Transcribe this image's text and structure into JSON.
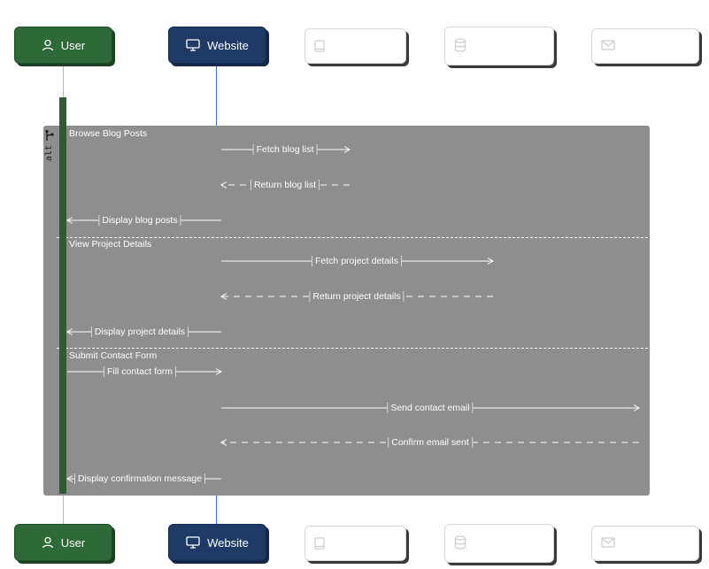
{
  "actors": {
    "user_label": "User",
    "website_label": "Website"
  },
  "fragment": {
    "keyword": "alt",
    "sections": [
      {
        "guard": "Browse Blog Posts"
      },
      {
        "guard": "View Project Details"
      },
      {
        "guard": "Submit Contact Form"
      }
    ]
  },
  "messages": [
    {
      "label": "Fetch blog list",
      "from": "website",
      "to": "slot3",
      "style": "solid"
    },
    {
      "label": "Return blog list",
      "from": "slot3",
      "to": "website",
      "style": "dashed"
    },
    {
      "label": "Display blog posts",
      "from": "website",
      "to": "user",
      "style": "solid"
    },
    {
      "label": "Fetch project details",
      "from": "website",
      "to": "slot4",
      "style": "solid"
    },
    {
      "label": "Return project details",
      "from": "slot4",
      "to": "website",
      "style": "dashed"
    },
    {
      "label": "Display project details",
      "from": "website",
      "to": "user",
      "style": "solid"
    },
    {
      "label": "Fill contact form",
      "from": "user",
      "to": "website",
      "style": "solid"
    },
    {
      "label": "Send contact email",
      "from": "website",
      "to": "slot5",
      "style": "solid"
    },
    {
      "label": "Confirm email sent",
      "from": "slot5",
      "to": "website",
      "style": "dashed"
    },
    {
      "label": "Display confirmation message",
      "from": "website",
      "to": "user",
      "style": "solid"
    }
  ],
  "colors": {
    "user": "#2e6a38",
    "website": "#1f3a66",
    "fragment": "#8e8e8e",
    "activation": "#2f5a36",
    "user_lifeline": "#7ed6a0",
    "website_lifeline": "#3b6fd6"
  },
  "icons": [
    "user-icon",
    "monitor-icon",
    "book-icon",
    "database-icon",
    "mail-icon",
    "branch-icon"
  ]
}
